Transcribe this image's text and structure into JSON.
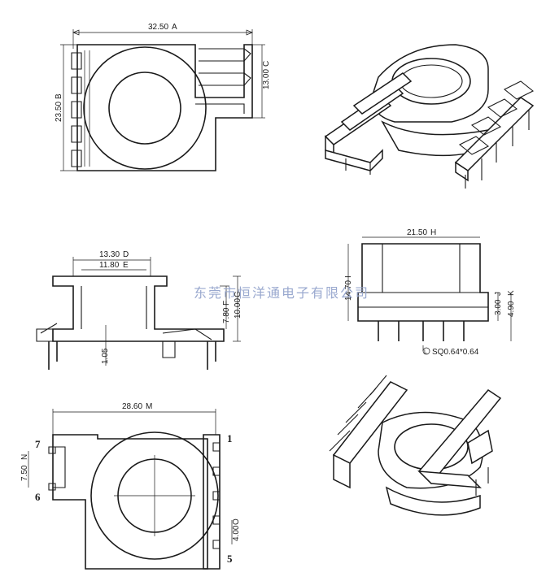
{
  "top_view": {
    "width": "32.50",
    "width_ref": "A",
    "height": "23.50",
    "height_ref": "B",
    "tab_height": "13.00",
    "tab_height_ref": "C"
  },
  "side_view": {
    "outer_width": "13.30",
    "outer_width_ref": "D",
    "inner_width": "11.80",
    "inner_width_ref": "E",
    "body_height": "7.80",
    "body_height_ref": "F",
    "total_height": "10.00",
    "total_height_ref": "G",
    "standoff": "1.05"
  },
  "front_view": {
    "flange_width": "21.50",
    "flange_width_ref": "H",
    "total_height": "14.70",
    "total_height_ref": "I",
    "pin_row_height": "3.00",
    "pin_row_height_ref": "J",
    "pin_length": "4.90",
    "pin_length_ref": "K",
    "pin_note_ref": "L",
    "pin_note": "SQ0.64*0.64"
  },
  "bottom_view": {
    "pin_span": "28.60",
    "pin_span_ref": "M",
    "left_pitch": "7.50",
    "left_pitch_ref": "N",
    "right_pitch": "4.00",
    "right_pitch_ref": "O",
    "pins": {
      "p1": "1",
      "p5": "5",
      "p6": "6",
      "p7": "7"
    }
  },
  "watermark": "东莞市恒洋通电子有限公司"
}
